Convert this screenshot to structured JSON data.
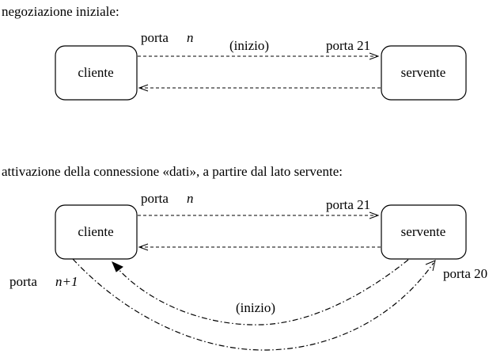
{
  "section1": {
    "heading": "negoziazione iniziale:",
    "client_label": "cliente",
    "server_label": "servente",
    "client_port_word": "porta",
    "client_port_var": "n",
    "server_port": "porta 21",
    "start_label": "(inizio)"
  },
  "section2": {
    "heading": "attivazione della connessione «dati», a partire dal lato servente:",
    "client_label": "cliente",
    "server_label": "servente",
    "client_port_word": "porta",
    "client_port_var": "n",
    "server_port": "porta 21",
    "data_port_client_word": "porta",
    "data_port_client_var": "n+1",
    "data_port_server": "porta 20",
    "start_label": "(inizio)"
  }
}
